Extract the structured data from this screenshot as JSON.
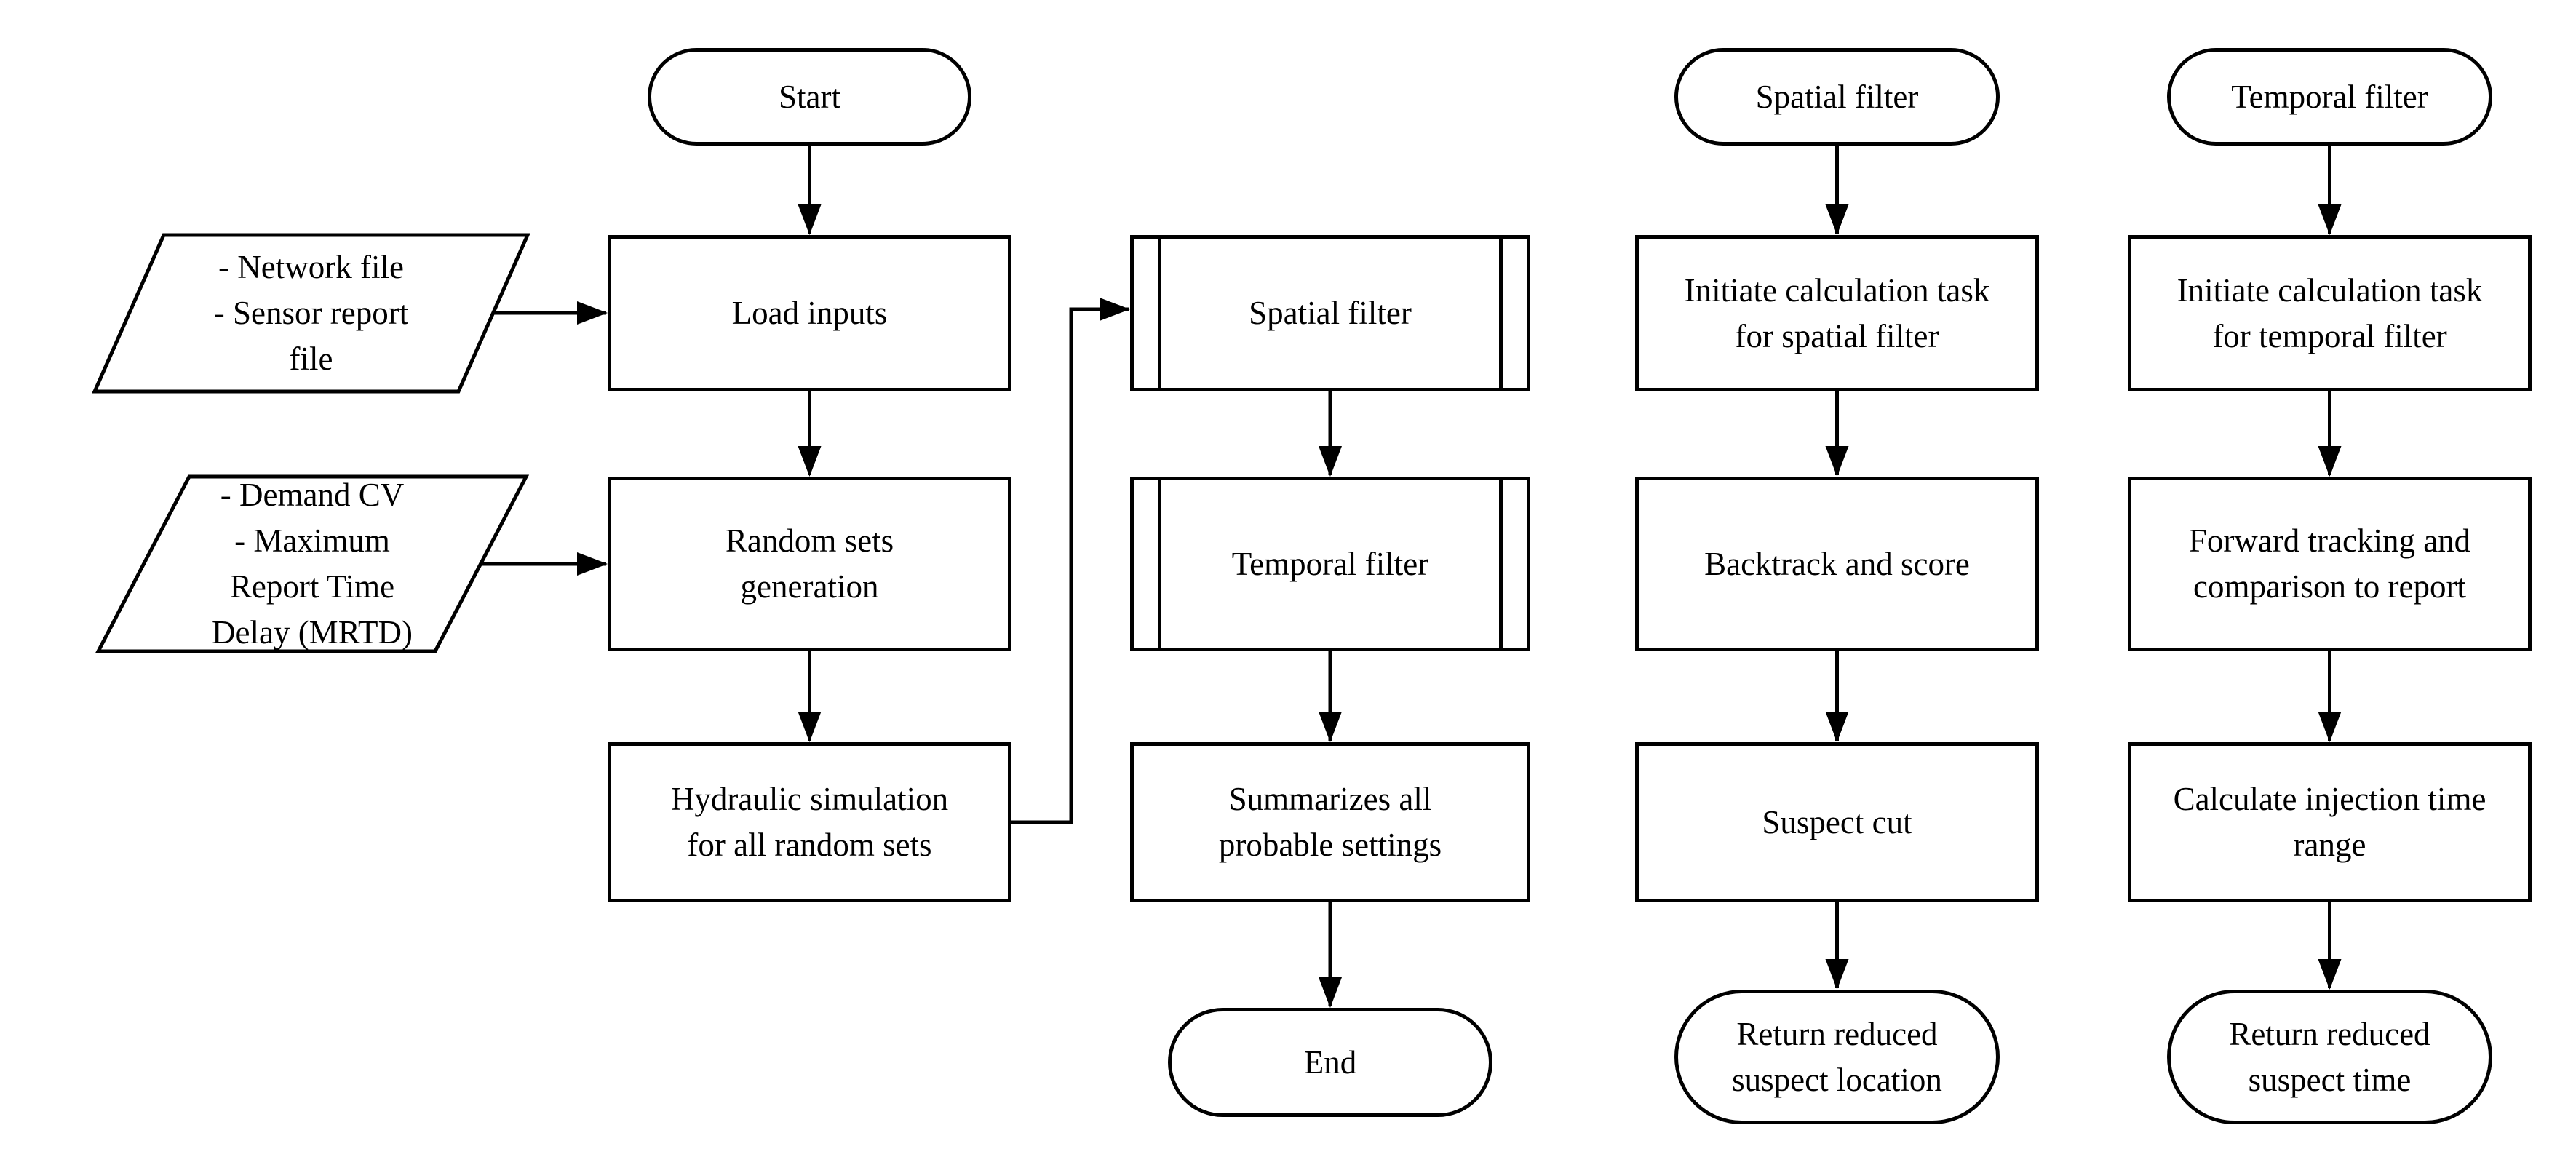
{
  "colors": {
    "stroke": "#000000",
    "node_fill": "#ffffff",
    "text": "#000000",
    "background": "#ffffff"
  },
  "nodes": {
    "start": {
      "type": "terminator",
      "label": "Start"
    },
    "network_input": {
      "type": "data-input",
      "label": "- Network file\n- Sensor report\nfile"
    },
    "load_inputs": {
      "type": "process",
      "label": "Load inputs"
    },
    "demand_input": {
      "type": "data-input",
      "label": "- Demand CV\n- Maximum\nReport Time\nDelay (MRTD)"
    },
    "random_sets": {
      "type": "process",
      "label": "Random sets\ngeneration"
    },
    "hydraulic": {
      "type": "process",
      "label": "Hydraulic simulation\nfor all random sets"
    },
    "spatial_sub": {
      "type": "subroutine",
      "label": "Spatial filter"
    },
    "temporal_sub": {
      "type": "subroutine",
      "label": "Temporal filter"
    },
    "summarize": {
      "type": "process",
      "label": "Summarizes all\nprobable settings"
    },
    "end": {
      "type": "terminator",
      "label": "End"
    },
    "spatial_start": {
      "type": "terminator",
      "label": "Spatial filter"
    },
    "init_spatial": {
      "type": "process",
      "label": "Initiate calculation task\nfor spatial filter"
    },
    "backtrack": {
      "type": "process",
      "label": "Backtrack and score"
    },
    "suspect_cut": {
      "type": "process",
      "label": "Suspect cut"
    },
    "return_location": {
      "type": "terminator",
      "label": "Return reduced\nsuspect location"
    },
    "temporal_start": {
      "type": "terminator",
      "label": "Temporal filter"
    },
    "init_temporal": {
      "type": "process",
      "label": "Initiate calculation task\nfor temporal filter"
    },
    "forward_tracking": {
      "type": "process",
      "label": "Forward tracking and\ncomparison to report"
    },
    "calc_time": {
      "type": "process",
      "label": "Calculate injection time\nrange"
    },
    "return_time": {
      "type": "terminator",
      "label": "Return reduced\nsuspect time"
    }
  },
  "connectors": [
    {
      "from": "start",
      "to": "load_inputs"
    },
    {
      "from": "network_input",
      "to": "load_inputs"
    },
    {
      "from": "load_inputs",
      "to": "random_sets"
    },
    {
      "from": "demand_input",
      "to": "random_sets"
    },
    {
      "from": "random_sets",
      "to": "hydraulic"
    },
    {
      "from": "hydraulic",
      "to": "spatial_sub"
    },
    {
      "from": "spatial_sub",
      "to": "temporal_sub"
    },
    {
      "from": "temporal_sub",
      "to": "summarize"
    },
    {
      "from": "summarize",
      "to": "end"
    },
    {
      "from": "spatial_start",
      "to": "init_spatial"
    },
    {
      "from": "init_spatial",
      "to": "backtrack"
    },
    {
      "from": "backtrack",
      "to": "suspect_cut"
    },
    {
      "from": "suspect_cut",
      "to": "return_location"
    },
    {
      "from": "temporal_start",
      "to": "init_temporal"
    },
    {
      "from": "init_temporal",
      "to": "forward_tracking"
    },
    {
      "from": "forward_tracking",
      "to": "calc_time"
    },
    {
      "from": "calc_time",
      "to": "return_time"
    }
  ]
}
